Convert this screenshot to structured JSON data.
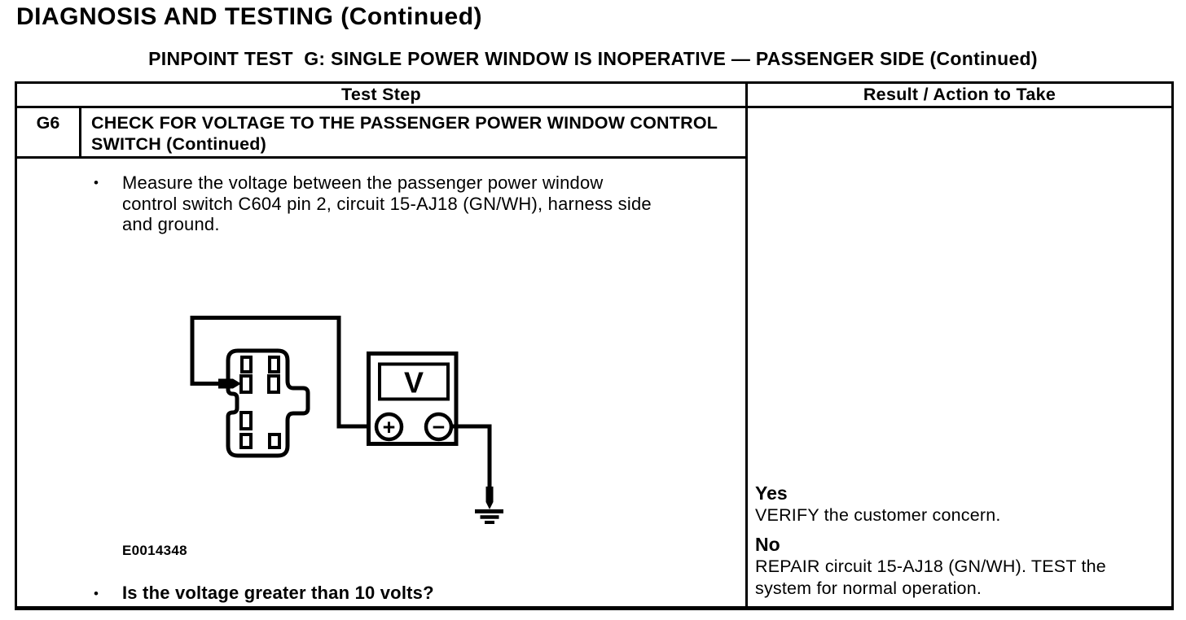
{
  "page": {
    "title": "DIAGNOSIS AND TESTING (Continued)",
    "subtitle": "PINPOINT TEST  G: SINGLE POWER WINDOW IS INOPERATIVE — PASSENGER SIDE (Continued)"
  },
  "table": {
    "header": {
      "test_step": "Test Step",
      "result_action": "Result / Action to Take"
    },
    "step": {
      "id": "G6",
      "title": "CHECK FOR VOLTAGE TO THE PASSENGER POWER WINDOW CONTROL SWITCH (Continued)",
      "bullet": "•",
      "instruction": "Measure the voltage between the passenger power window control switch C604 pin 2, circuit 15-AJ18 (GN/WH), harness side and ground.",
      "question": "Is the voltage greater than 10 volts?",
      "figure_id": "E0014348"
    },
    "figure": {
      "meter_display": "V",
      "positive_terminal": "+",
      "negative_terminal": "−"
    },
    "results": [
      {
        "answer": "Yes",
        "action": "VERIFY the customer concern."
      },
      {
        "answer": "No",
        "action": "REPAIR circuit 15-AJ18 (GN/WH). TEST the system for normal operation."
      }
    ]
  }
}
